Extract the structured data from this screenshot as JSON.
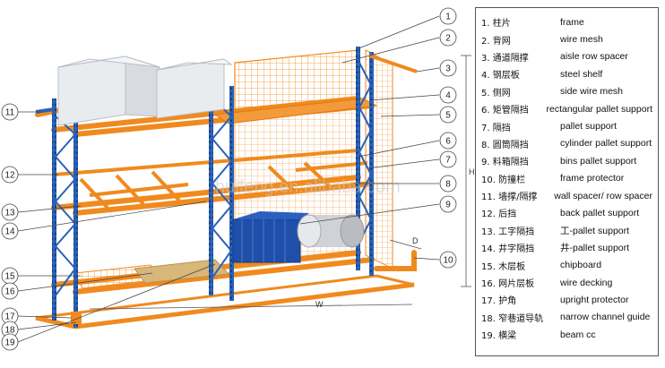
{
  "watermark": "huifeng.en.alibaba.com",
  "dimensions": {
    "height": "H",
    "depth": "D",
    "width": "W"
  },
  "callouts": [
    "1",
    "2",
    "3",
    "4",
    "5",
    "6",
    "7",
    "8",
    "9",
    "10",
    "11",
    "12",
    "13",
    "14",
    "15",
    "16",
    "17",
    "18",
    "19"
  ],
  "legend": [
    {
      "cn": "1. 柱片",
      "en": "frame"
    },
    {
      "cn": "2. 背网",
      "en": "wire mesh"
    },
    {
      "cn": "3. 通道隔撑",
      "en": "aisle row spacer"
    },
    {
      "cn": "4. 钢层板",
      "en": "steel shelf"
    },
    {
      "cn": "5. 侧网",
      "en": "side wire mesh"
    },
    {
      "cn": "6. 矩管隔挡",
      "en": "rectangular pallet support"
    },
    {
      "cn": "7. 隔挡",
      "en": "pallet support"
    },
    {
      "cn": "8. 圆筒隔挡",
      "en": "cylinder pallet support"
    },
    {
      "cn": "9. 料箱隔挡",
      "en": "bins pallet support"
    },
    {
      "cn": "10. 防撞栏",
      "en": "frame protector"
    },
    {
      "cn": "11. 墙撑/隔撑",
      "en": "wall spacer/ row spacer"
    },
    {
      "cn": "12. 后挡",
      "en": "back pallet support"
    },
    {
      "cn": "13. 工字隔挡",
      "en": "工-pallet support"
    },
    {
      "cn": "14. 井字隔挡",
      "en": "井-pallet support"
    },
    {
      "cn": "15. 木层板",
      "en": "chipboard"
    },
    {
      "cn": "16. 网片层板",
      "en": "wire decking"
    },
    {
      "cn": "17. 护角",
      "en": "upright protector"
    },
    {
      "cn": "18. 窄巷道导轨",
      "en": "narrow channel guide"
    },
    {
      "cn": "19. 横梁",
      "en": "beam cc"
    }
  ],
  "colors": {
    "upright": "#2a62b8",
    "beam": "#f08a1e",
    "mesh": "#f08a1e",
    "bin": "#1f4fa8",
    "box": "#e3e6ea",
    "chipboard": "#d9b77a",
    "cylinder": "#c8c8c8"
  }
}
